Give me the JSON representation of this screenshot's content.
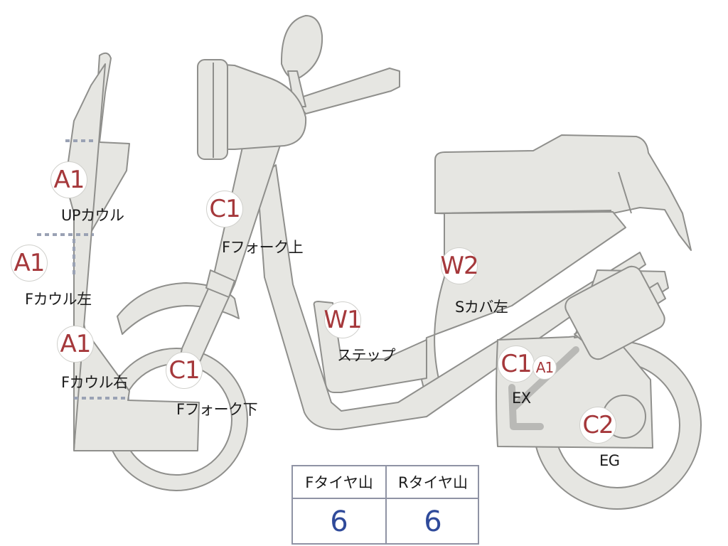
{
  "markers": [
    {
      "id": "upcowl",
      "code": "A1",
      "label": "UPカウル"
    },
    {
      "id": "fcowl-left",
      "code": "A1",
      "label": "Fカウル左"
    },
    {
      "id": "fcowl-right",
      "code": "A1",
      "label": "Fカウル右"
    },
    {
      "id": "ffork-upper",
      "code": "C1",
      "label": "Fフォーク上"
    },
    {
      "id": "ffork-lower",
      "code": "C1",
      "label": "Fフォーク下"
    },
    {
      "id": "step",
      "code": "W1",
      "label": "ステップ"
    },
    {
      "id": "scover-left",
      "code": "W2",
      "label": "Sカバ左"
    },
    {
      "id": "ex",
      "code": "C1",
      "label": "EX"
    },
    {
      "id": "ex-extra",
      "code": "A1",
      "label": ""
    },
    {
      "id": "eg",
      "code": "C2",
      "label": "EG"
    }
  ],
  "tread_table": {
    "front_header": "Fタイヤ山",
    "rear_header": "Rタイヤ山",
    "front_value": "6",
    "rear_value": "6"
  },
  "colors": {
    "body_fill": "#e6e6e2",
    "outline": "#8f8f8c",
    "damage_code": "#a5383b",
    "tread_value": "#2f4a9a",
    "dash": "#9aa2b4"
  }
}
